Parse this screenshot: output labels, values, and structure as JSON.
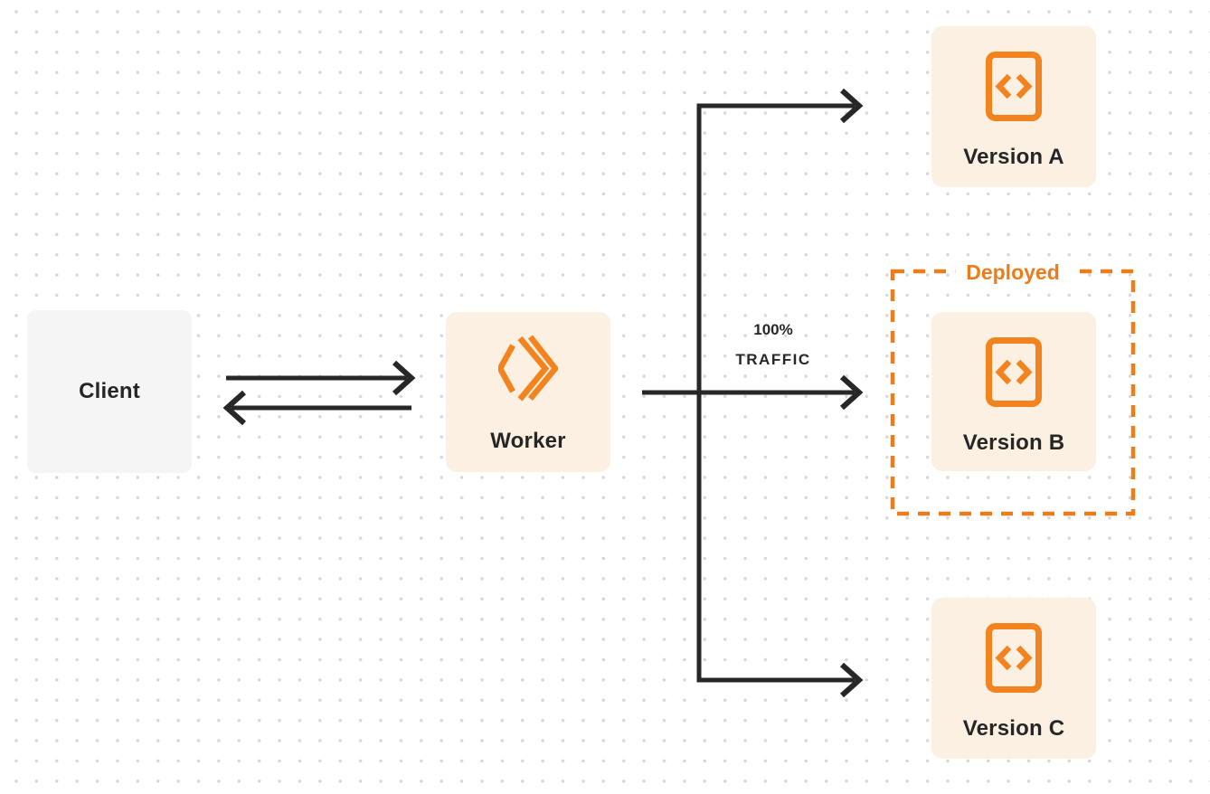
{
  "colors": {
    "orange": "#f3831f",
    "deployed_orange": "#ed7d1a",
    "node_cream": "#fbf0e1",
    "client_gray": "#f5f5f6",
    "line_dark": "#272727",
    "dot_grid": "#d7d7d7",
    "text_dark": "#262626"
  },
  "nodes": {
    "client": {
      "label": "Client"
    },
    "worker": {
      "label": "Worker",
      "icon": "workers-logo-icon"
    },
    "version_a": {
      "label": "Version A",
      "icon": "code-file-icon"
    },
    "version_b": {
      "label": "Version B",
      "icon": "code-file-icon"
    },
    "version_c": {
      "label": "Version C",
      "icon": "code-file-icon"
    }
  },
  "annotations": {
    "deployed_label": "Deployed",
    "traffic_line1": "100%",
    "traffic_line2": "TRAFFIC"
  }
}
